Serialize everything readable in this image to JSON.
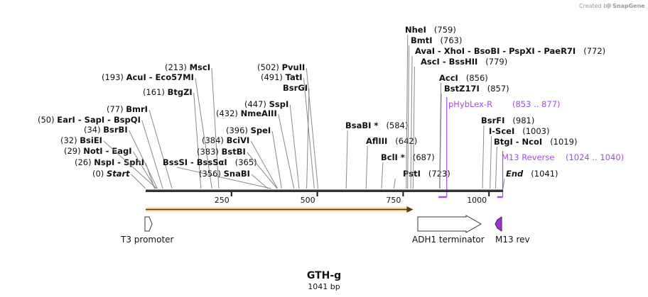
{
  "credit": {
    "text": "Created by",
    "brand": "SnapGene"
  },
  "sequence": {
    "name": "GTH-g",
    "length_label": "1041 bp",
    "length": 1041
  },
  "axis": {
    "ticks": [
      {
        "label": "250",
        "pos": 250
      },
      {
        "label": "500",
        "pos": 500
      },
      {
        "label": "750",
        "pos": 750
      },
      {
        "label": "1000",
        "pos": 1000
      }
    ]
  },
  "sites": [
    {
      "pos_label": "(0)",
      "name": "Start",
      "pos": 0,
      "italic": true
    },
    {
      "pos_label": "(26)",
      "name": "NspI - SphI",
      "pos": 26
    },
    {
      "pos_label": "(29)",
      "name": "NotI - EagI",
      "pos": 29
    },
    {
      "pos_label": "(32)",
      "name": "BsiEI",
      "pos": 32
    },
    {
      "pos_label": "(34)",
      "name": "BsrBI",
      "pos": 34
    },
    {
      "pos_label": "(50)",
      "name": "EarI - SapI - BspQI",
      "pos": 50
    },
    {
      "pos_label": "(77)",
      "name": "BmrI",
      "pos": 77
    },
    {
      "pos_label": "(161)",
      "name": "BtgZI",
      "pos": 161
    },
    {
      "pos_label": "(193)",
      "name": "AcuI - Eco57MI",
      "pos": 193
    },
    {
      "pos_label": "(213)",
      "name": "MscI",
      "pos": 213
    },
    {
      "pos_label": "(365)",
      "name": "BssSI - BssSαI",
      "pos": 365,
      "label_first": true
    },
    {
      "pos_label": "(356)",
      "name": "SnaBI",
      "pos": 356
    },
    {
      "pos_label": "(383)",
      "name": "BstBI",
      "pos": 383
    },
    {
      "pos_label": "(384)",
      "name": "BciVI",
      "pos": 384
    },
    {
      "pos_label": "(396)",
      "name": "SpeI",
      "pos": 396
    },
    {
      "pos_label": "(432)",
      "name": "NmeAIII",
      "pos": 432
    },
    {
      "pos_label": "(447)",
      "name": "SspI",
      "pos": 447
    },
    {
      "pos_label": "",
      "name": "BsrGI",
      "pos": 469
    },
    {
      "pos_label": "(491)",
      "name": "TatI",
      "pos": 491
    },
    {
      "pos_label": "(502)",
      "name": "PvuII",
      "pos": 502
    },
    {
      "pos_label": "(584)",
      "name": "BsaBI *",
      "pos": 584,
      "label_first": true
    },
    {
      "pos_label": "(642)",
      "name": "AflIII",
      "pos": 642,
      "label_first": true
    },
    {
      "pos_label": "(687)",
      "name": "BclI *",
      "pos": 687,
      "label_first": true
    },
    {
      "pos_label": "(723)",
      "name": "PstI",
      "pos": 723,
      "label_first": true
    },
    {
      "pos_label": "(759)",
      "name": "NheI",
      "pos": 759,
      "label_first": true
    },
    {
      "pos_label": "(763)",
      "name": "BmtI",
      "pos": 763,
      "label_first": true
    },
    {
      "pos_label": "(772)",
      "name": "AvaI - XhoI - BsoBI - PspXI - PaeR7I",
      "pos": 772,
      "label_first": true
    },
    {
      "pos_label": "(779)",
      "name": "AscI - BssHII",
      "pos": 779,
      "label_first": true
    },
    {
      "pos_label": "(856)",
      "name": "AccI",
      "pos": 856,
      "label_first": true
    },
    {
      "pos_label": "(857)",
      "name": "BstZ17I",
      "pos": 857,
      "label_first": true
    },
    {
      "pos_label": "(981)",
      "name": "BsrFI",
      "pos": 981,
      "label_first": true
    },
    {
      "pos_label": "(1003)",
      "name": "I-SceI",
      "pos": 1003,
      "label_first": true
    },
    {
      "pos_label": "(1019)",
      "name": "BtgI - NcoI",
      "pos": 1019,
      "label_first": true
    },
    {
      "pos_label": "(1041)",
      "name": "End",
      "pos": 1041,
      "label_first": true,
      "italic": true
    }
  ],
  "primers": [
    {
      "name": "pHybLex-R",
      "range": "(853 .. 877)",
      "start": 853,
      "end": 877
    },
    {
      "name": "M13 Reverse",
      "range": "(1024 .. 1040)",
      "start": 1024,
      "end": 1040
    }
  ],
  "features": [
    {
      "name": "T3 promoter",
      "start": 0,
      "end": 19,
      "kind": "promoter"
    },
    {
      "name": "ADH1 terminator",
      "start": 788,
      "end": 975,
      "kind": "terminator"
    },
    {
      "name": "M13 rev",
      "start": 1024,
      "end": 1040,
      "kind": "primer_bind",
      "color": "#9b30e0"
    }
  ],
  "orf": {
    "start": 0,
    "end": 777,
    "color": "#f5a030"
  },
  "colors": {
    "primer": "#a44de0",
    "orf": "#f5a030",
    "line": "#888888"
  }
}
